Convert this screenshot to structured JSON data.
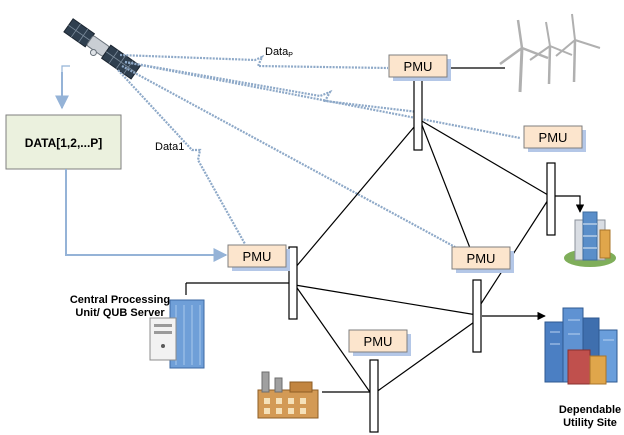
{
  "data_box": {
    "label": "DATA[1,2,...P]"
  },
  "labels": {
    "data_p": "Data",
    "data_p_sub": "P",
    "data_1": "Data1",
    "central_line1": "Central Processing",
    "central_line2": "Unit/ QUB Server",
    "dependable_line1": "Dependable",
    "dependable_line2": "Utility Site"
  },
  "pmus": [
    {
      "label": "PMU"
    },
    {
      "label": "PMU"
    },
    {
      "label": "PMU"
    },
    {
      "label": "PMU"
    },
    {
      "label": "PMU"
    }
  ],
  "icons": {
    "satellite": "satellite-icon",
    "wind": "wind-turbine-icon",
    "server": "server-building-icon",
    "factory": "factory-icon",
    "building": "office-building-icon",
    "city": "city-icon"
  },
  "colors": {
    "pmu_fill": "#fce5cd",
    "data_box_fill": "#ebf1de",
    "comm_line": "#8ea9c8",
    "arrow": "#95b3d7"
  }
}
